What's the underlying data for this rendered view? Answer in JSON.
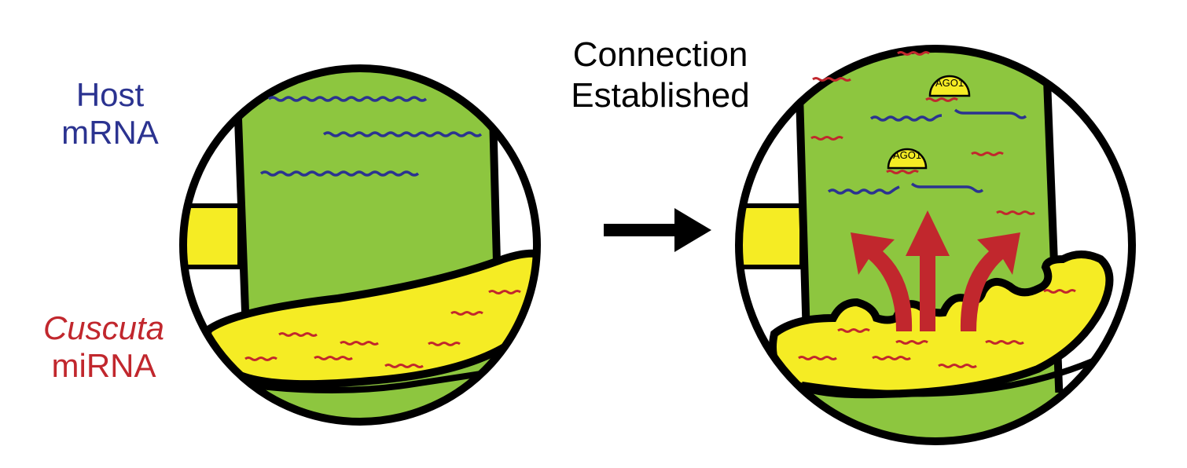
{
  "labels": {
    "host_line1": "Host",
    "host_line2": "mRNA",
    "cuscuta_line1": "Cuscuta",
    "cuscuta_line2": "miRNA",
    "connection_line1": "Connection",
    "connection_line2": "Established",
    "ago_label": "AGO1"
  },
  "colors": {
    "host_mrna": "#2b3390",
    "cuscuta_mirna": "#c1272d",
    "host_tissue": "#8dc63f",
    "parasite_tissue": "#f5ec24",
    "outline": "#000000",
    "ago": "#f5ec24"
  }
}
